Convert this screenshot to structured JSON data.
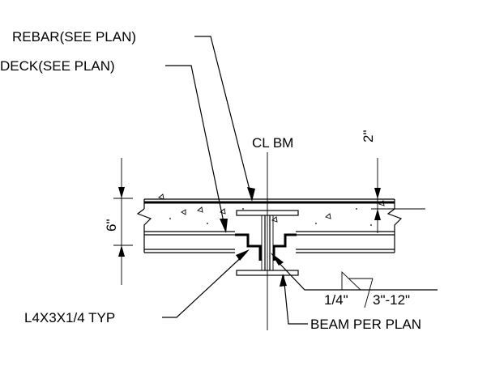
{
  "labels": {
    "rebar": "REBAR(SEE PLAN)",
    "deck": "DECK(SEE PLAN)",
    "cl_bm": "CL BM",
    "top_dim": "2\"",
    "slab_dim": "6\"",
    "angle": "L4X3X1/4 TYP",
    "weld_size": "1/4\"",
    "weld_pitch": "3\"-12\"",
    "beam": "BEAM PER PLAN"
  },
  "colors": {
    "line": "#000000",
    "background": "#ffffff"
  }
}
